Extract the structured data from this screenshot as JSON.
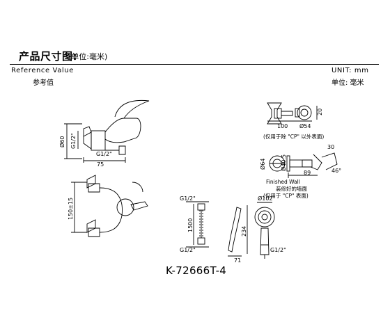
{
  "header": {
    "title": "产品尺寸图:",
    "title_unit": "(单位:毫米)",
    "reference_en": "Reference Value",
    "reference_cn": "参考值",
    "unit_en": "UNIT:    mm",
    "unit_cn": "单位: 毫米"
  },
  "dimensions": {
    "side_height": "Ø60",
    "side_thread": "G1/2\"",
    "side_inlet": "G1/2\"",
    "side_width": "75",
    "front_centers": "150±15",
    "hose_top": "G1/2\"",
    "hose_length": "1500",
    "hose_bottom": "G1/2\"",
    "shower_diameter": "Ø102",
    "shower_length": "234",
    "shower_depth": "71",
    "shower_thread": "G1/2\"",
    "holder_height": "20",
    "holder_length": "100",
    "holder_dia": "Ø54",
    "wall_dia": "Ø64",
    "wall_inner": "Ø40.5",
    "wall_length": "89",
    "wall_extra": "30",
    "wall_angle": "46°"
  },
  "notes": {
    "holder_note": "(仅用于除 \"CP\" 以外表面)",
    "finished_wall": "Finished Wall",
    "finished_wall_cn": "装修好的墙面",
    "wall_note": "(仅用于 \"CP\" 表面)"
  },
  "footer": {
    "model": "K-72666T-4"
  }
}
